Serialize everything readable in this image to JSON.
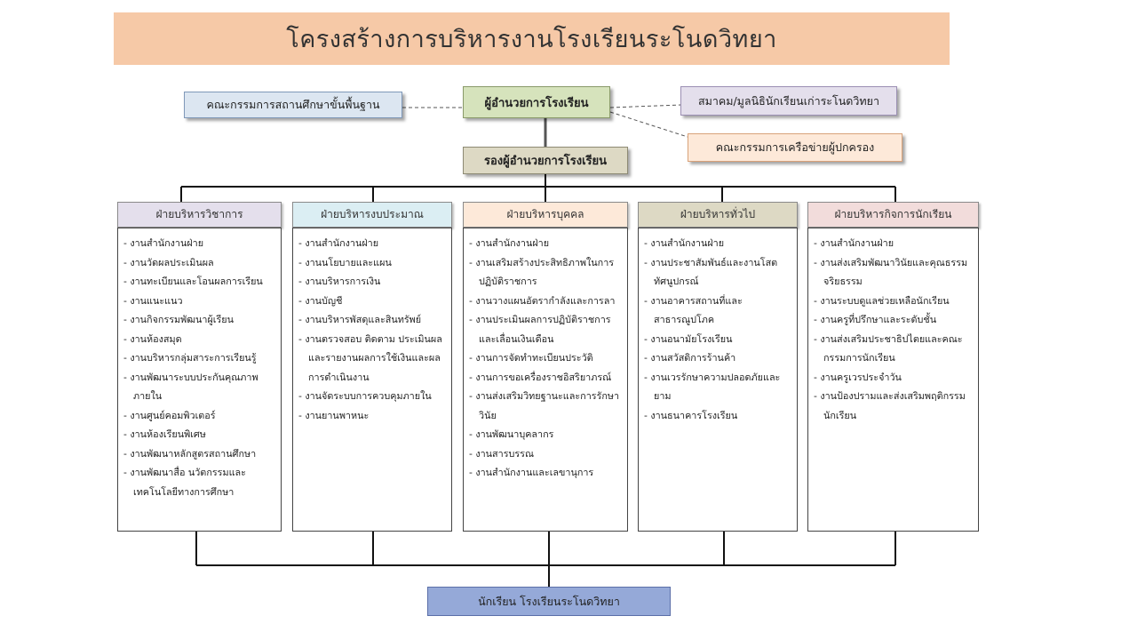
{
  "title": "โครงสร้างการบริหารงานโรงเรียนระโนดวิทยา",
  "top": {
    "director": "ผู้อำนวยการโรงเรียน",
    "board": "คณะกรรมการสถานศึกษาขั้นพื้นฐาน",
    "association": "สมาคม/มูลนิธินักเรียนเก่าระโนดวิทยา",
    "parent_network": "คณะกรรมการเครือข่ายผู้ปกครอง",
    "deputy": "รองผู้อำนวยการโรงเรียน"
  },
  "departments": [
    {
      "name": "ฝ่ายบริหารวิชาการ",
      "color": "#e4dfec",
      "items": [
        "งานสำนักงานฝ่าย",
        "งานวัดผลประเมินผล",
        "งานทะเบียนและโอนผลการเรียน",
        "งานแนะแนว",
        "งานกิจกรรมพัฒนาผู้เรียน",
        "งานห้องสมุด",
        "งานบริหารกลุ่มสาระการเรียนรู้",
        "งานพัฒนาระบบประกันคุณภาพภายใน",
        "งานศูนย์คอมพิวเตอร์",
        "งานห้องเรียนพิเศษ",
        "งานพัฒนาหลักสูตรสถานศึกษา",
        "งานพัฒนาสื่อ นวัตกรรมและเทคโนโลยีทางการศึกษา"
      ]
    },
    {
      "name": "ฝ่ายบริหารงบประมาณ",
      "color": "#dbeef3",
      "items": [
        "งานสำนักงานฝ่าย",
        "งานนโยบายและแผน",
        "งานบริหารการเงิน",
        "งานบัญชี",
        "งานบริหารพัสดุและสินทรัพย์",
        "งานตรวจสอบ ติดตาม ประเมินผล และรายงานผลการใช้เงินและผลการดำเนินงาน",
        "งานจัดระบบการควบคุมภายใน",
        "งานยานพาหนะ"
      ]
    },
    {
      "name": "ฝ่ายบริหารบุคคล",
      "color": "#fde9d9",
      "items": [
        "งานสำนักงานฝ่าย",
        "งานเสริมสร้างประสิทธิภาพในการปฏิบัติราชการ",
        "งานวางแผนอัตรากำลังและการลา",
        "งานประเมินผลการปฏิบัติราชการและเลื่อนเงินเดือน",
        "งานการจัดทำทะเบียนประวัติ",
        "งานการขอเครื่องราชอิสริยาภรณ์",
        "งานส่งเสริมวิทยฐานะและการรักษาวินัย",
        "งานพัฒนาบุคลากร",
        "งานสารบรรณ",
        "งานสำนักงานและเลขานุการ"
      ]
    },
    {
      "name": "ฝ่ายบริหารทั่วไป",
      "color": "#ddd9c4",
      "items": [
        "งานสำนักงานฝ่าย",
        "งานประชาสัมพันธ์และงานโสตทัศนูปกรณ์",
        "งานอาคารสถานที่และสาธารณูปโภค",
        "งานอนามัยโรงเรียน",
        "งานสวัสดิการร้านค้า",
        "งานเวรรักษาความปลอดภัยและยาม",
        "งานธนาคารโรงเรียน"
      ]
    },
    {
      "name": "ฝ่ายบริหารกิจการนักเรียน",
      "color": "#f2dcdb",
      "items": [
        "งานสำนักงานฝ่าย",
        "งานส่งเสริมพัฒนาวินัยและคุณธรรม จริยธรรม",
        "งานระบบดูแลช่วยเหลือนักเรียน",
        "งานครูที่ปรึกษาและระดับชั้น",
        "งานส่งเสริมประชาธิปไตยและคณะกรรมการนักเรียน",
        "งานครูเวรประจำวัน",
        "งานป้องปรามและส่งเสริมพฤติกรรมนักเรียน"
      ]
    }
  ],
  "bottom": "นักเรียน โรงเรียนระโนดวิทยา"
}
